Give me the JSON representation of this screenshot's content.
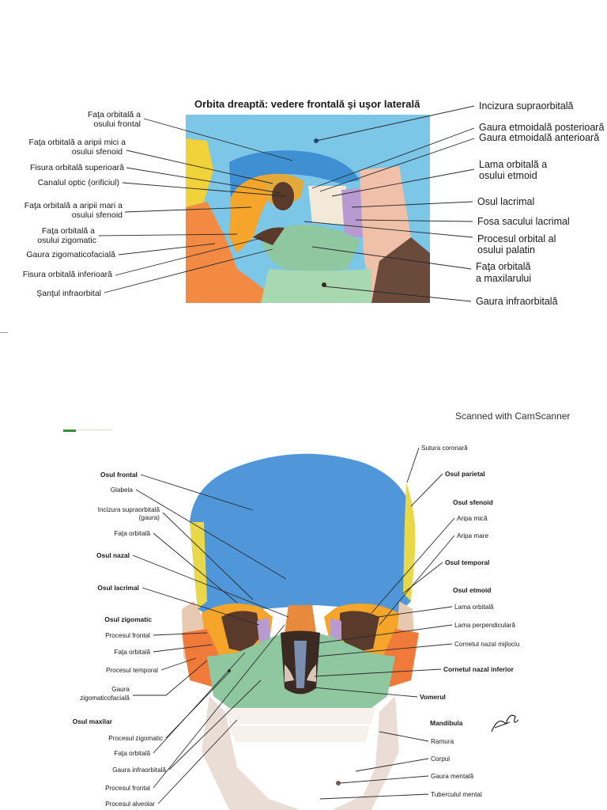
{
  "figure1": {
    "title": "Orbita dreaptă: vedere frontală şi uşor laterală",
    "labels_left": [
      [
        "Faţa orbitală a",
        "osului frontal"
      ],
      [
        "Faţa orbitală a aripii mici a",
        "osului sfenoid"
      ],
      [
        "Fisura orbitală superioară"
      ],
      [
        "Canalul optic (orificiul)"
      ],
      [
        "Faţa orbitală a aripii mari a",
        "osului sfenoid"
      ],
      [
        "Faţa orbitală a",
        "osului zigomatic"
      ],
      [
        "Gaura zigomaticofacială"
      ],
      [
        "Fisura orbitală inferioară"
      ],
      [
        "Şanţul infraorbital"
      ]
    ],
    "labels_right": [
      [
        "Incizura supraorbitală"
      ],
      [
        "Gaura etmoidală posterioară"
      ],
      [
        "Gaura etmoidală anterioară"
      ],
      [
        "Lama orbitală a",
        "osului etmoid"
      ],
      [
        "Osul lacrimal"
      ],
      [
        "Fosa sacului lacrimal"
      ],
      [
        "Procesul orbital al",
        "osului palatin"
      ],
      [
        "Faţa orbitală",
        "a maxilarului"
      ],
      [
        "Gaura infraorbitală"
      ]
    ]
  },
  "scanner": {
    "text": "Scanned with CamScanner"
  },
  "figure2": {
    "labels_left": [
      "Osul frontal",
      "Glabela",
      "Incizura supraorbitală",
      "(gaura)",
      "Faţa orbitală",
      "Osul nazal",
      "Osul lacrimal",
      "Osul zigomatic",
      "Procesul frontal",
      "Faţa orbitală",
      "Procesul temporal",
      "Gaura",
      "zigomaticofacială",
      "Osul maxilar",
      "Procesul zigomatic",
      "Faţa orbitală",
      "Gaura infraorbitală",
      "Procesul frontal",
      "Procesul alveolar"
    ],
    "labels_right": [
      "Sutura coronară",
      "Osul parietal",
      "Osul sfenoid",
      "Aripa mică",
      "Aripa mare",
      "Osul temporal",
      "Osul etmoid",
      "Lama orbitală",
      "Lama perpendiculară",
      "Cornetul nazal mijlociu",
      "Cornetul nazal inferior",
      "Vomerul",
      "Mandibula",
      "Ramura",
      "Corpul",
      "Gaura mentală",
      "Tuberculul mental"
    ]
  },
  "colors": {
    "frontal": "#4f97d8",
    "sphenoid_greater": "#f4a52a",
    "sphenoid_lesser": "#f2d23a",
    "zygomatic": "#ef7a3a",
    "maxilla": "#8fc8a0",
    "ethmoid": "#f0c0c8",
    "lacrimal": "#f3e9d8",
    "palatine": "#b79ad0",
    "nasal": "#e88a3c",
    "temporal": "#e8d84a",
    "mandible": "#e9ddd6",
    "bone_shadow": "#5a3a2a"
  }
}
